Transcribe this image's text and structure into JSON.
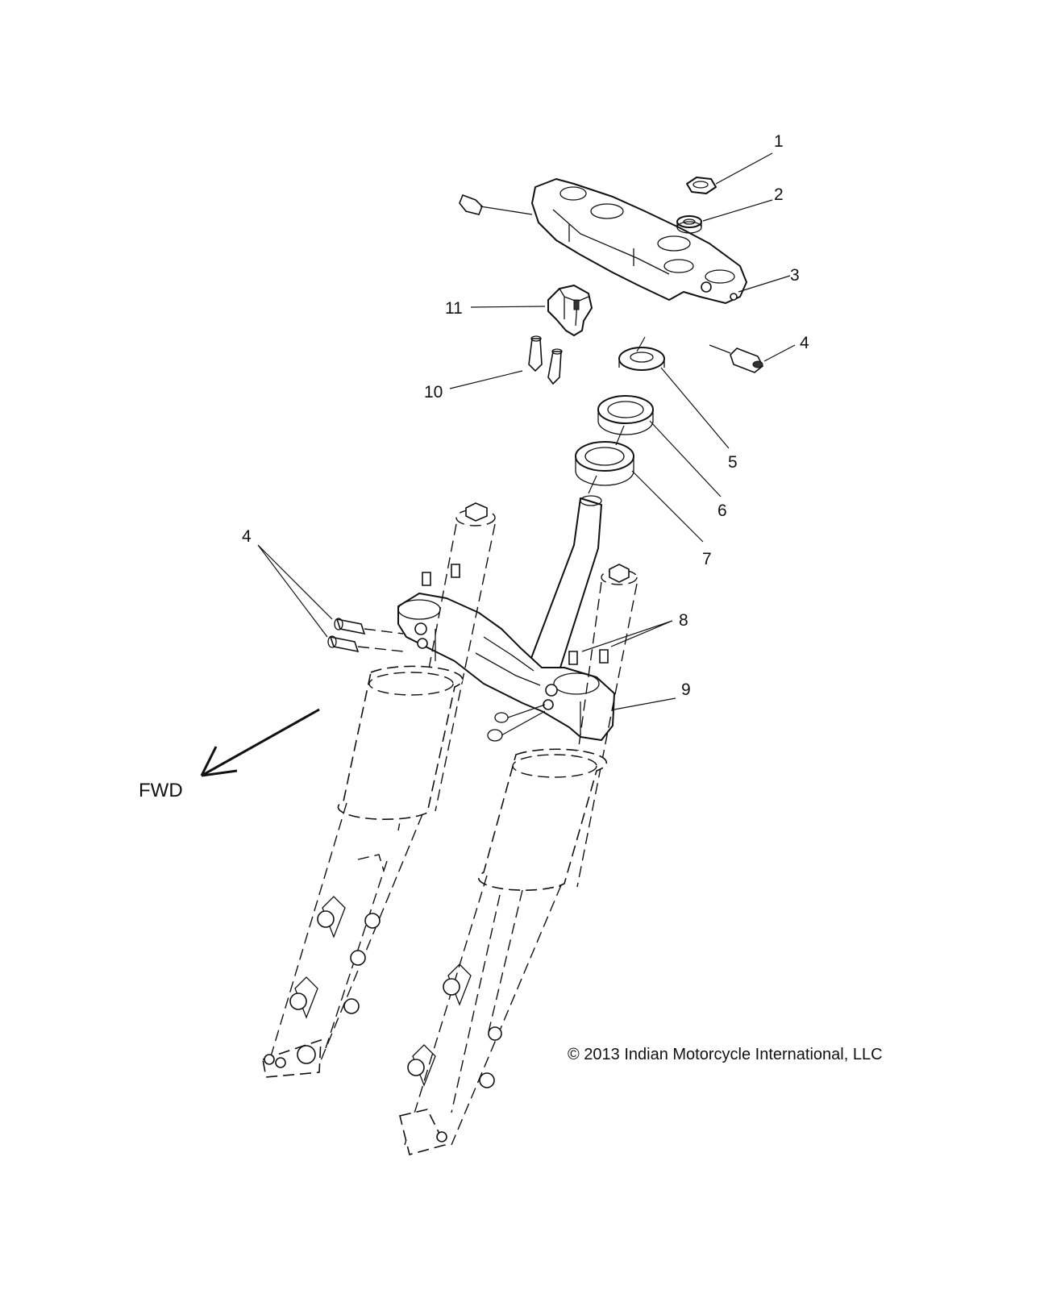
{
  "diagram": {
    "callouts": {
      "c1": "1",
      "c2": "2",
      "c3": "3",
      "c4_right": "4",
      "c4_left": "4",
      "c5": "5",
      "c6": "6",
      "c7": "7",
      "c8": "8",
      "c9": "9",
      "c10": "10",
      "c11": "11"
    },
    "direction_label": "FWD",
    "copyright": "© 2013 Indian Motorcycle International, LLC"
  }
}
